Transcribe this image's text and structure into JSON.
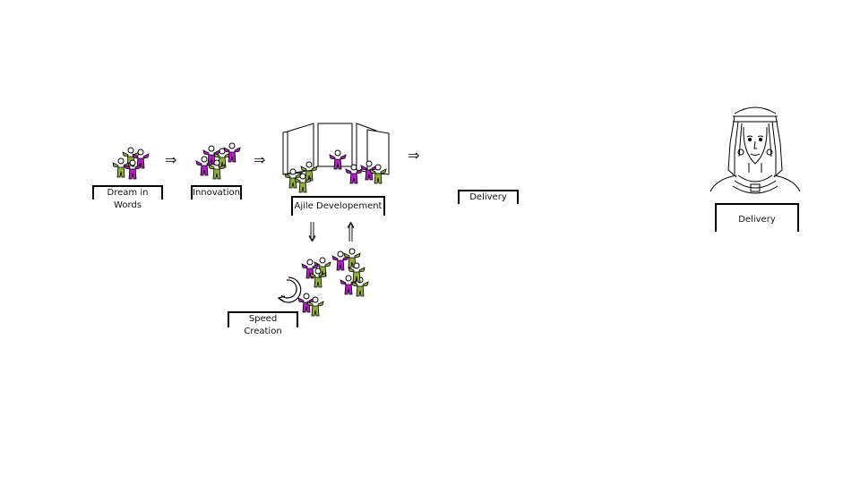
{
  "diagram": {
    "labels": {
      "dream": "Dream in Words",
      "innovation": "Innovation",
      "agile": "Ajile Developement",
      "speed": "Speed Creation",
      "delivery_box": "Delivery",
      "delivery_portrait": "Delivery"
    },
    "arrows": {
      "right": "⇒",
      "down": "⇓",
      "up": "⇑"
    },
    "icons": {
      "people": "people-group-icon",
      "document": "document-pages-icon",
      "cycle": "refresh-cycle-icon",
      "portrait": "egyptian-queen-portrait-icon"
    },
    "colors": {
      "purple": "#b01cc0",
      "green": "#8fae3a",
      "ink": "#000000"
    }
  }
}
